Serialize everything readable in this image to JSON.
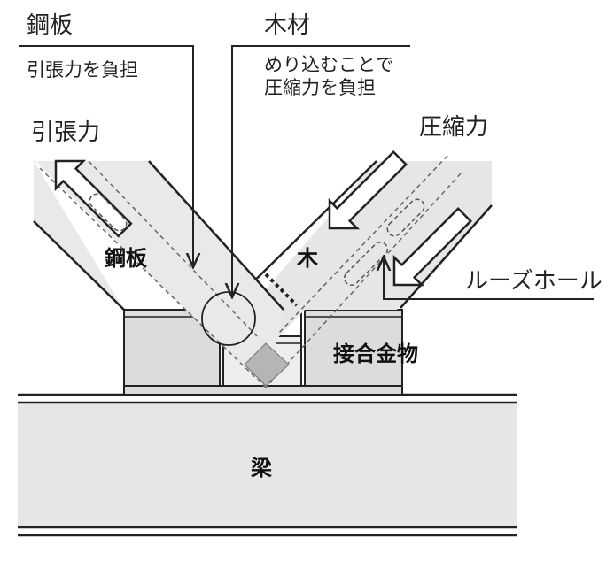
{
  "labels": {
    "steel_plate": "鋼板",
    "steel_plate_role": "引張力を負担",
    "wood": "木材",
    "wood_role_line1": "めり込むことで",
    "wood_role_line2": "圧縮力を負担",
    "tension": "引張力",
    "compression": "圧縮力",
    "steel_plate_inline": "鋼板",
    "wood_inline": "木",
    "loose_hole": "ルーズホール",
    "joint_hardware": "接合金物",
    "beam": "梁"
  },
  "colors": {
    "stroke": "#222222",
    "fill_light": "#e6e6e6",
    "fill_box": "#dcdcdc",
    "fill_dark": "#b5b5b5",
    "background": "#ffffff"
  }
}
